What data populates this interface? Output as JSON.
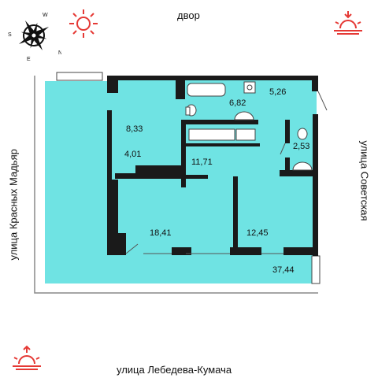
{
  "streets": {
    "top": "двор",
    "right": "улица Советская",
    "bottom": "улица Лебедева-Кумача",
    "left": "улица Красных Мадьяр"
  },
  "compass": {
    "north": "N",
    "south": "S",
    "west": "W",
    "east": "E"
  },
  "rooms": [
    {
      "id": "terrace",
      "area": "37,44"
    },
    {
      "id": "room-top-left",
      "area": "8,33"
    },
    {
      "id": "corridor-left",
      "area": "4,01"
    },
    {
      "id": "hall",
      "area": "11,71"
    },
    {
      "id": "bathroom",
      "area": "6,82"
    },
    {
      "id": "room-top-right",
      "area": "5,26"
    },
    {
      "id": "toilet",
      "area": "2,53"
    },
    {
      "id": "room-bottom-left",
      "area": "18,41"
    },
    {
      "id": "room-bottom-right",
      "area": "12,45"
    }
  ],
  "colors": {
    "floor": "#6fe3e3",
    "wall": "#1a1a1a",
    "sun": "#e53935",
    "outline": "#888888"
  },
  "icons": [
    "compass-icon",
    "sun-icon",
    "sunrise-icon",
    "sunset-icon"
  ]
}
